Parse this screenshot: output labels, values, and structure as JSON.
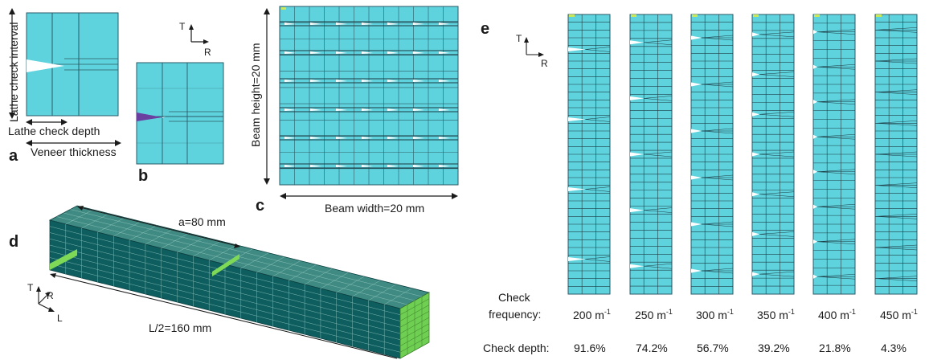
{
  "panels": {
    "a": {
      "letter": "a",
      "lathe_check_interval": "Lathe check interval",
      "lathe_check_depth": "Lathe check depth",
      "veneer_thickness": "Veneer thickness"
    },
    "b": {
      "letter": "b"
    },
    "c": {
      "letter": "c",
      "beam_height": "Beam height=20 mm",
      "beam_width": "Beam width=20 mm"
    },
    "d": {
      "letter": "d",
      "a_dim": "a=80 mm",
      "half_length": "L/2=160 mm"
    },
    "e": {
      "letter": "e",
      "row_label_frequency_1": "Check",
      "row_label_frequency_2": "frequency:",
      "row_label_depth": "Check depth:",
      "unit": "m",
      "unit_exp": "-1",
      "columns": [
        {
          "frequency": "200",
          "depth": "91.6%"
        },
        {
          "frequency": "250",
          "depth": "74.2%"
        },
        {
          "frequency": "300",
          "depth": "56.7%"
        },
        {
          "frequency": "350",
          "depth": "39.2%"
        },
        {
          "frequency": "400",
          "depth": "21.8%"
        },
        {
          "frequency": "450",
          "depth": "4.3%"
        }
      ]
    }
  },
  "axes": {
    "T": "T",
    "R": "R",
    "L": "L"
  },
  "colors": {
    "mesh_fill": "#5fd3dd",
    "mesh_line": "#1d3b44",
    "beam_dark": "#0e5d5f",
    "support_green": "#7ed957",
    "check_purple": "#6b3fa0"
  }
}
